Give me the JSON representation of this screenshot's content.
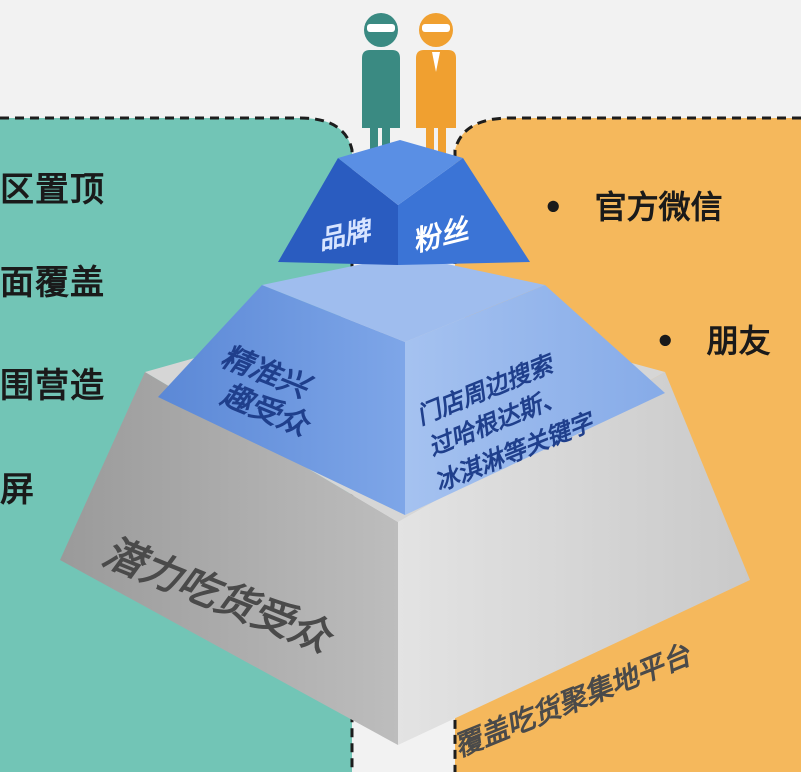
{
  "left_panel": {
    "lines": [
      "区置顶",
      "面覆盖",
      "围营造",
      "屏"
    ]
  },
  "right_panel": {
    "bullet_symbol": "•",
    "items": [
      "官方微信",
      "朋友"
    ]
  },
  "pyramid": {
    "top": {
      "left_label": "品牌",
      "right_label": "粉丝"
    },
    "middle": {
      "left_label": [
        "精准兴",
        "趣受众"
      ],
      "right_label": [
        "门店周边搜索",
        "过哈根达斯、",
        "冰淇淋等关键字"
      ]
    },
    "bottom": {
      "left_label": "潜力吃货受众",
      "right_label": "覆盖吃货聚集地平台"
    }
  },
  "colors": {
    "left_panel": "#72c5b6",
    "right_panel": "#f5b85c",
    "person_left": "#3a8a82",
    "person_right": "#f0a030",
    "top_front": "#2f63c6",
    "top_side": "#3d78d8",
    "middle_front": "#6a97e0",
    "middle_side": "#8ab0ea",
    "bottom_front": "#a9a9a9",
    "bottom_side": "#cbcbcb"
  },
  "icons": [
    "person-icon-left",
    "person-icon-right"
  ]
}
